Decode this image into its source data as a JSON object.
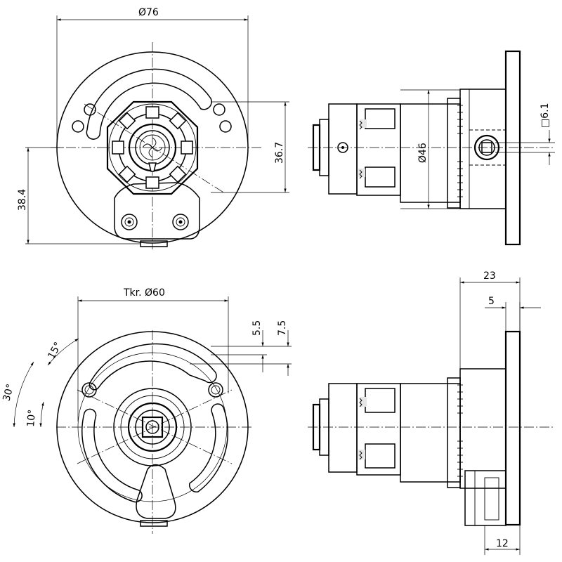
{
  "dimensions": {
    "top_diameter": "Ø76",
    "height_36_7": "36.7",
    "height_38_4": "38.4",
    "shaft_diameter": "Ø46",
    "square_drive": "□6.1",
    "bolt_circle": "Tkr. Ø60",
    "offset_5_5": "5.5",
    "offset_7_5": "7.5",
    "angle_15": "15°",
    "angle_30": "30°",
    "angle_10": "10°",
    "depth_23": "23",
    "depth_5": "5",
    "depth_12": "12"
  }
}
